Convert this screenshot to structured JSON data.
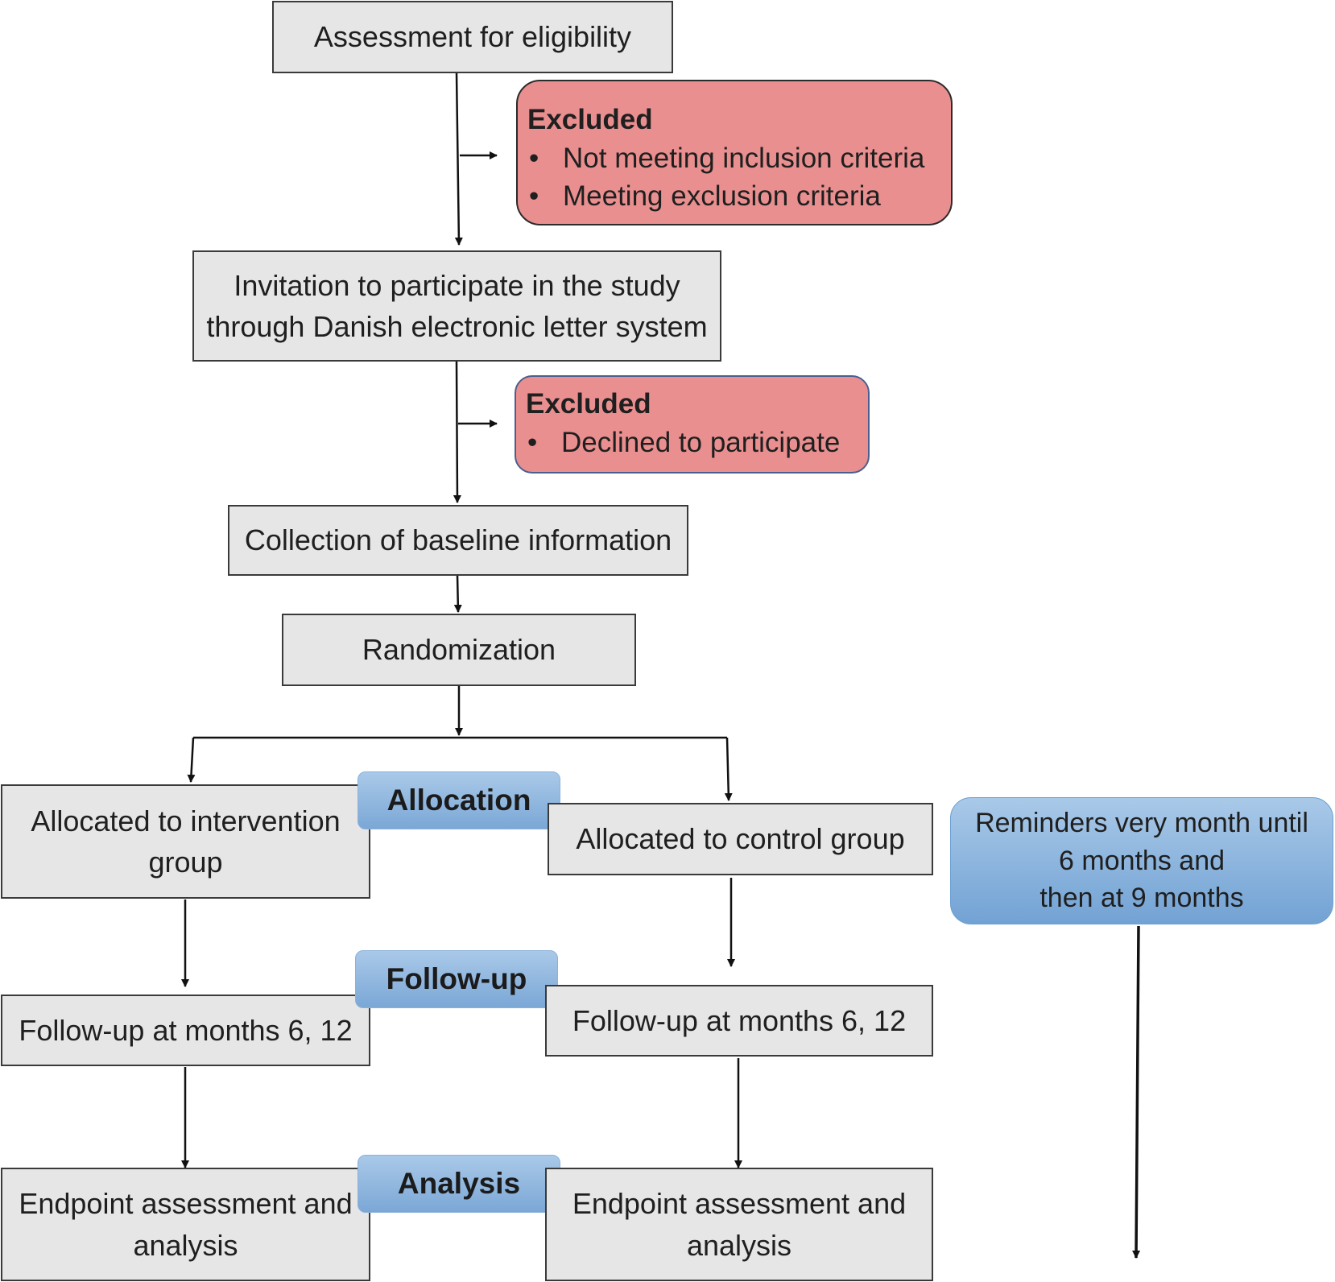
{
  "boxes": {
    "eligibility": "Assessment for eligibility",
    "invitation_line1": "Invitation to participate in the study",
    "invitation_line2": "through Danish electronic letter system",
    "baseline": "Collection of baseline information",
    "randomization": "Randomization",
    "intervention_line1": "Allocated to intervention",
    "intervention_line2": "group",
    "control": "Allocated to control group",
    "followup_left": "Follow-up at months 6, 12",
    "followup_right": "Follow-up at months 6, 12",
    "endpoint_left_line1": "Endpoint assessment and",
    "endpoint_left_line2": "analysis",
    "endpoint_right_line1": "Endpoint assessment and",
    "endpoint_right_line2": "analysis"
  },
  "excluded1": {
    "title": "Excluded",
    "items": [
      "Not meeting inclusion criteria",
      "Meeting exclusion criteria"
    ]
  },
  "excluded2": {
    "title": "Excluded",
    "items": [
      "Declined to participate"
    ]
  },
  "stage_labels": {
    "allocation": "Allocation",
    "followup": "Follow-up",
    "analysis": "Analysis"
  },
  "reminder": {
    "line1": "Reminders very month until",
    "line2": "6 months and",
    "line3": "then at 9 months"
  },
  "colors": {
    "box_fill": "#e6e6e6",
    "excluded_fill": "#ea8f8f",
    "label_fill": "#8fb6e0"
  }
}
